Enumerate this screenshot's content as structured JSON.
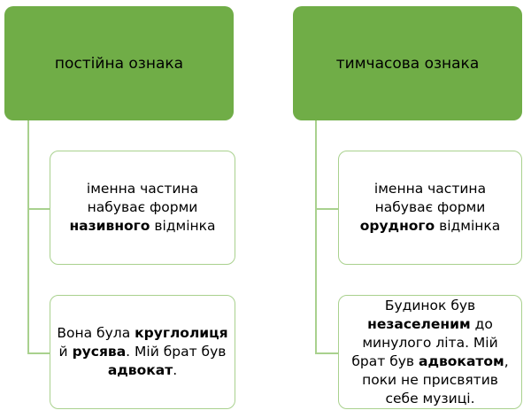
{
  "diagram": {
    "colors": {
      "header_fill": "#70ad47",
      "child_border": "#a9d18e",
      "connector": "#a9d18e"
    },
    "columns": [
      {
        "header": "постійна ознака",
        "children": [
          {
            "parts": [
              {
                "t": "іменна частина набуває форми ",
                "b": false
              },
              {
                "t": "називного",
                "b": true
              },
              {
                "t": " відмінка",
                "b": false
              }
            ]
          },
          {
            "parts": [
              {
                "t": "Вона була ",
                "b": false
              },
              {
                "t": "круглолиця",
                "b": true
              },
              {
                "t": " й ",
                "b": false
              },
              {
                "t": "русява",
                "b": true
              },
              {
                "t": ". Мій брат був ",
                "b": false
              },
              {
                "t": "адвокат",
                "b": true
              },
              {
                "t": ".",
                "b": false
              }
            ]
          }
        ]
      },
      {
        "header": "тимчасова ознака",
        "children": [
          {
            "parts": [
              {
                "t": "іменна частина набуває форми ",
                "b": false
              },
              {
                "t": "орудного",
                "b": true
              },
              {
                "t": " відмінка",
                "b": false
              }
            ]
          },
          {
            "parts": [
              {
                "t": "Будинок був ",
                "b": false
              },
              {
                "t": "незаселеним",
                "b": true
              },
              {
                "t": " до минулого літа. Мій брат був ",
                "b": false
              },
              {
                "t": "адвокатом",
                "b": true
              },
              {
                "t": ", поки не присвятив себе музиці.",
                "b": false
              }
            ]
          }
        ]
      }
    ]
  }
}
